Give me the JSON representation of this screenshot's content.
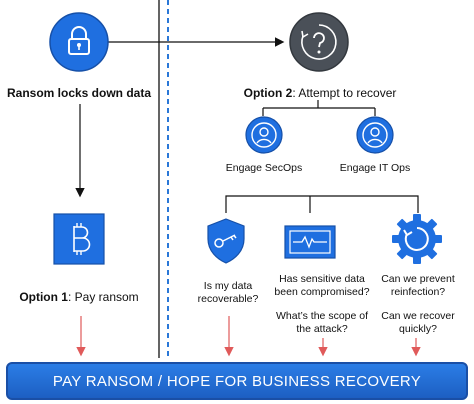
{
  "nodes": {
    "ransom": {
      "label": "Ransom locks down data"
    },
    "option2": {
      "prefix": "Option 2",
      "rest": ": Attempt to recover"
    },
    "secops": {
      "label": "Engage SecOps"
    },
    "itops": {
      "label": "Engage IT Ops"
    },
    "option1": {
      "prefix": "Option 1",
      "rest": ": Pay ransom"
    },
    "q_recoverable": {
      "line1": "Is my data",
      "line2": "recoverable?"
    },
    "q_compromised": {
      "line1": "Has sensitive data",
      "line2": "been compromised?"
    },
    "q_scope": {
      "line1": "What’s the scope of",
      "line2": "the attack?"
    },
    "q_prevent": {
      "line1": "Can we prevent",
      "line2": "reinfection?"
    },
    "q_recover_quick": {
      "line1": "Can we recover",
      "line2": "quickly?"
    }
  },
  "banner": {
    "label": "PAY RANSOM / HOPE FOR BUSINESS RECOVERY"
  },
  "icons": [
    "lock-icon",
    "question-recover-icon",
    "user-icon",
    "user-icon",
    "bitcoin-icon",
    "shield-key-icon",
    "monitor-pulse-icon",
    "gear-refresh-icon"
  ],
  "colors": {
    "accent_blue": "#1f6fe0",
    "dark_gray": "#4a5058",
    "arrow_red": "#e05a5a",
    "divider_blue": "#2a78d8"
  }
}
